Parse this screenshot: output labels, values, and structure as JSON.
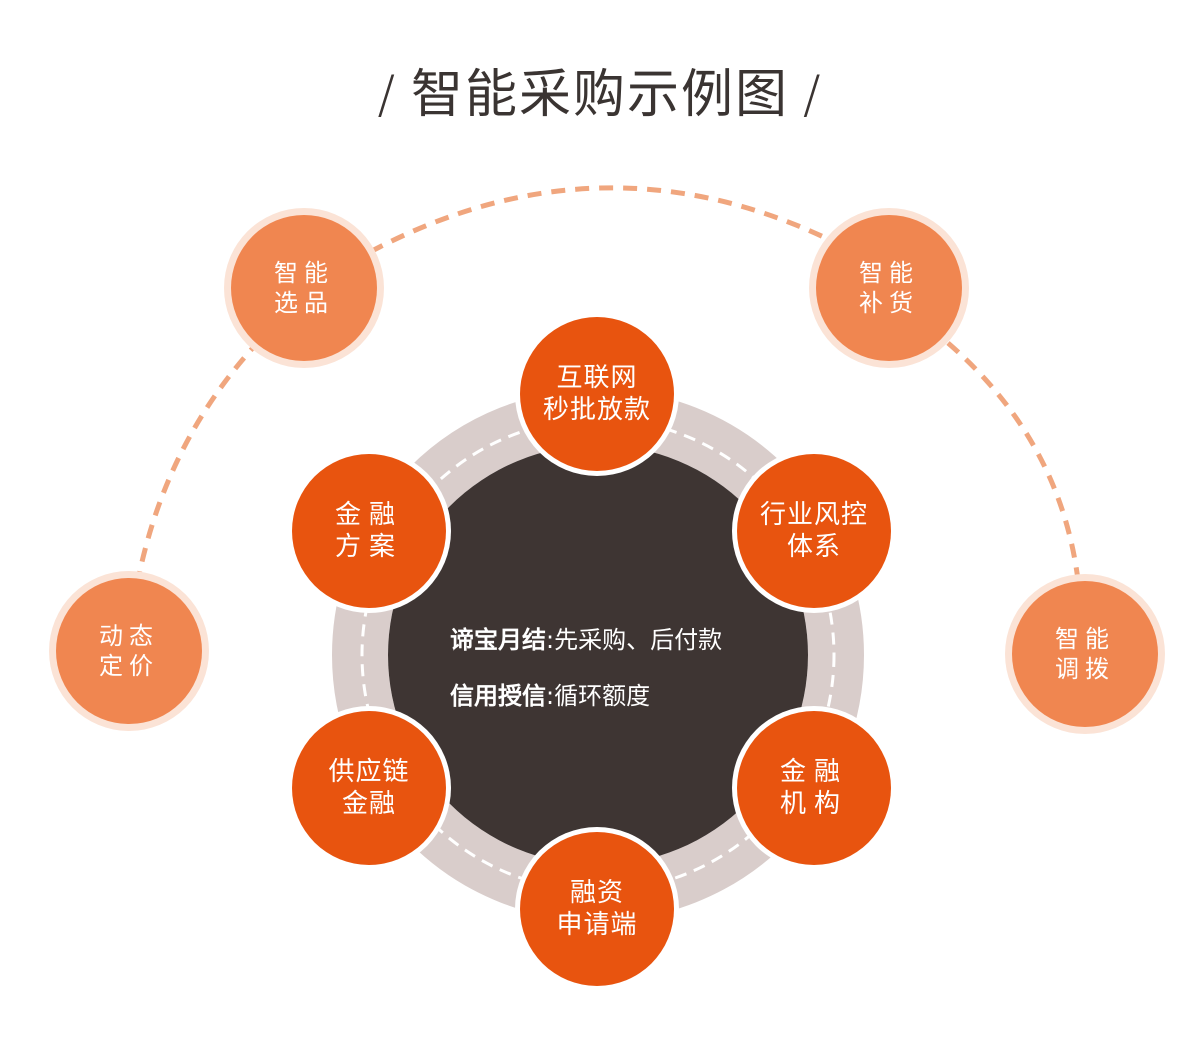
{
  "title": "智能采购示例图",
  "title_slash": "/",
  "center": {
    "line1_key": "谛宝月结",
    "line1_value": ":先采购、后付款",
    "line2_key": "信用授信",
    "line2_value": ":循环额度"
  },
  "outer_nodes": [
    {
      "id": "smart-selection",
      "line1": "智能",
      "line2": "选品"
    },
    {
      "id": "smart-replenish",
      "line1": "智能",
      "line2": "补货"
    },
    {
      "id": "dynamic-pricing",
      "line1": "动态",
      "line2": "定价"
    },
    {
      "id": "smart-allocation",
      "line1": "智能",
      "line2": "调拨"
    }
  ],
  "inner_nodes": [
    {
      "id": "internet-loan",
      "line1": "互联网",
      "line2": "秒批放款"
    },
    {
      "id": "risk-control",
      "line1": "行业风控",
      "line2": "体系"
    },
    {
      "id": "financial-institution",
      "line1": "金融",
      "line2": "机构"
    },
    {
      "id": "financing-client",
      "line1": "融资",
      "line2": "申请端"
    },
    {
      "id": "supply-chain-finance",
      "line1": "供应链",
      "line2": "金融"
    },
    {
      "id": "finance-plan",
      "line1": "金融",
      "line2": "方案"
    }
  ],
  "colors": {
    "outer_node": "#f08650",
    "outer_halo": "#fbe3d6",
    "inner_node": "#e8540f",
    "ring": "#d9cdcb",
    "core": "#3e3533",
    "dashed_arc": "#f0a67e"
  }
}
